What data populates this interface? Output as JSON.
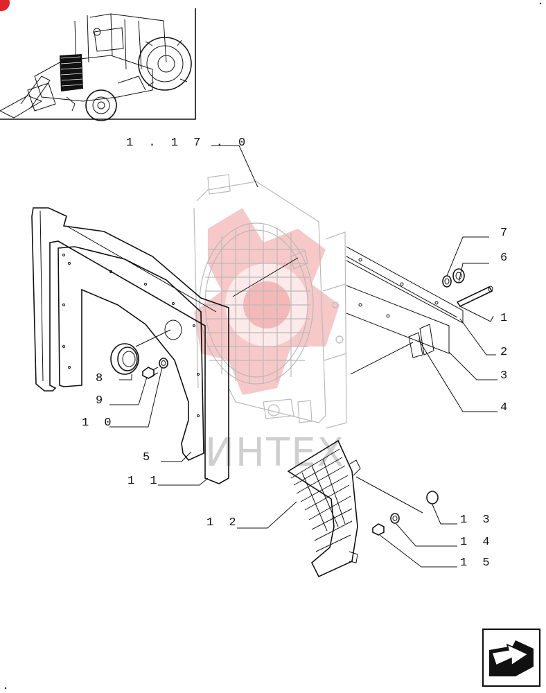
{
  "watermark": {
    "text": "ИНТЕХ",
    "color": "#e33a3a"
  },
  "reference": {
    "label": "1 . 1 7 . 0"
  },
  "callouts": [
    {
      "id": "1",
      "label": "1"
    },
    {
      "id": "2",
      "label": "2"
    },
    {
      "id": "3",
      "label": "3"
    },
    {
      "id": "4",
      "label": "4"
    },
    {
      "id": "5",
      "label": "5"
    },
    {
      "id": "6",
      "label": "6"
    },
    {
      "id": "7",
      "label": "7"
    },
    {
      "id": "8",
      "label": "8"
    },
    {
      "id": "9",
      "label": "9"
    },
    {
      "id": "10",
      "label": "1 0"
    },
    {
      "id": "11",
      "label": "1 1"
    },
    {
      "id": "12",
      "label": "1 2"
    },
    {
      "id": "13",
      "label": "1 3"
    },
    {
      "id": "14",
      "label": "1 4"
    },
    {
      "id": "15",
      "label": "1 5"
    }
  ],
  "icons": {
    "thumbnail": "tractor-location-thumbnail",
    "nav": "next-page-arrow-icon"
  }
}
